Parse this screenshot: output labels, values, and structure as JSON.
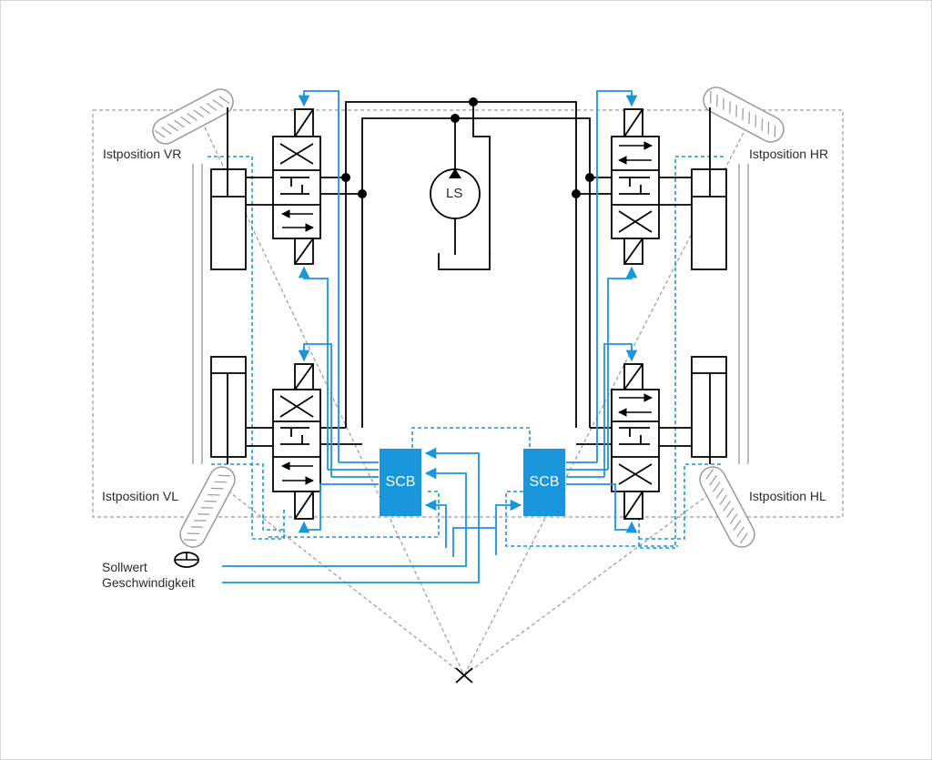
{
  "labels": {
    "vr": "Istposition VR",
    "hr": "Istposition HR",
    "vl": "Istposition VL",
    "hl": "Istposition HL",
    "sollwert": "Sollwert",
    "geschwindigkeit": "Geschwindigkeit",
    "pump": "LS",
    "controller_left": "SCB",
    "controller_right": "SCB"
  },
  "colors": {
    "hydraulic": "#000000",
    "signal": "#1a96dc",
    "controller": "#1a96dc",
    "geometry": "#9a9a9a"
  },
  "icons": [
    "steering-wheel-icon",
    "pump-icon",
    "tire-icon",
    "valve-icon",
    "cylinder-icon",
    "pivot-cross-icon"
  ]
}
